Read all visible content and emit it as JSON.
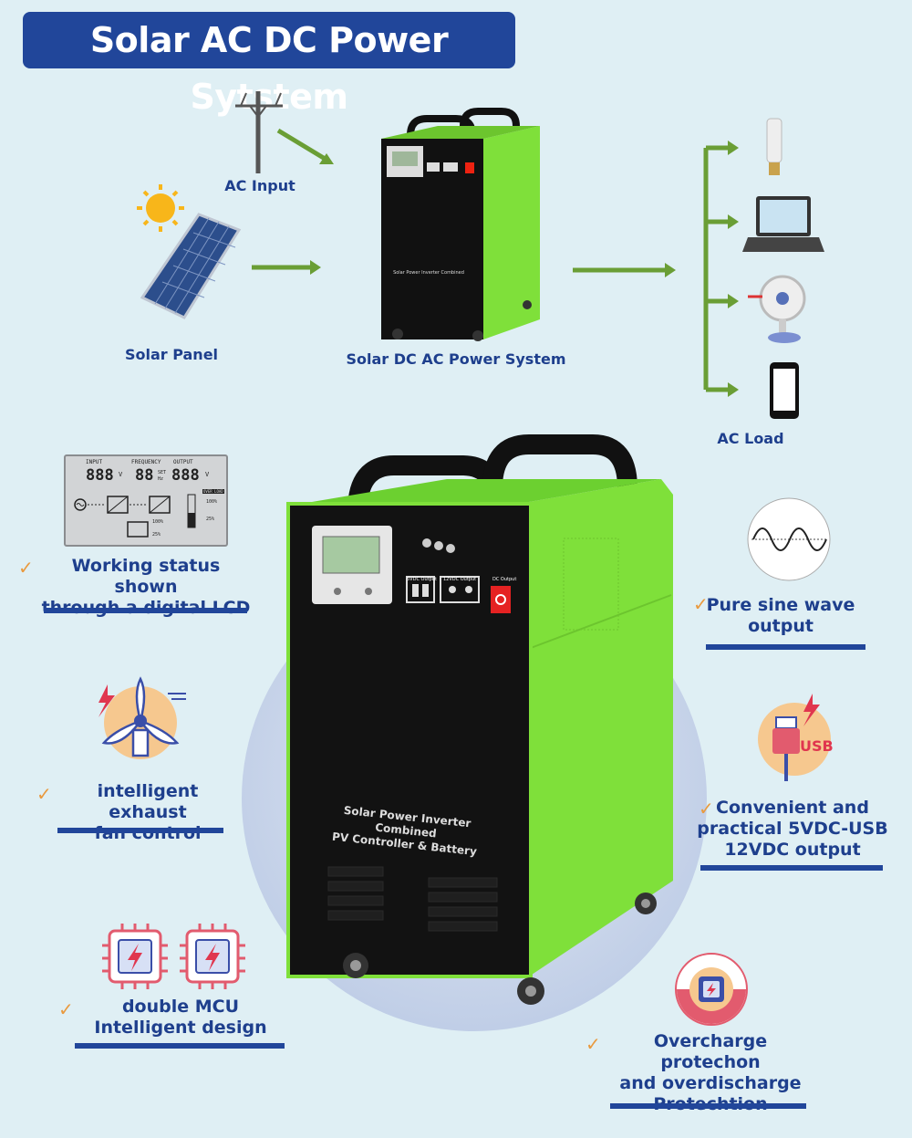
{
  "title": "Solar AC DC Power Sytstem",
  "flow": {
    "ac_input_label": "AC Input",
    "solar_panel_label": "Solar Panel",
    "system_label": "Solar DC AC Power System",
    "ac_load_label": "AC Load"
  },
  "lcd": {
    "input_label": "INPUT",
    "frequency_label": "FREQUENCY",
    "output_label": "OUTPUT",
    "input_digits": "888",
    "frequency_digits": "88",
    "output_digits": "888",
    "unit_v": "V",
    "unit_hz": "Hz",
    "set_label": "SET",
    "overload_label": "OVER LOAD",
    "pct_100": "100%",
    "pct_25": "25%"
  },
  "device": {
    "front_text_line1": "Solar Power Inverter Combined",
    "front_text_line2": "PV Controller & Battery",
    "usb_output_label": "5VDC Output",
    "dc_output_label": "12VDC Output",
    "dc_switch_label": "DC Output"
  },
  "features": {
    "lcd_line1": "Working status shown",
    "lcd_line2": "through a digital LCD",
    "fan_line1": "intelligent exhaust",
    "fan_line2": "fan control",
    "mcu_line1": "double MCU",
    "mcu_line2": "Intelligent design",
    "sine_line1": "Pure sine wave",
    "sine_line2": "output",
    "usb_line1": "Convenient and",
    "usb_line2": "practical 5VDC-USB",
    "usb_line3": "12VDC output",
    "usb_icon_text": "USB",
    "protect_line1": "Overcharge protechon",
    "protect_line2": "and overdischarge",
    "protect_line3": "Protechtion"
  },
  "colors": {
    "title_bg": "#21469a",
    "text_blue": "#1e3f8d",
    "arrow_green": "#6a9e35",
    "device_green": "#7fe03a",
    "check_orange": "#e99a3f"
  }
}
